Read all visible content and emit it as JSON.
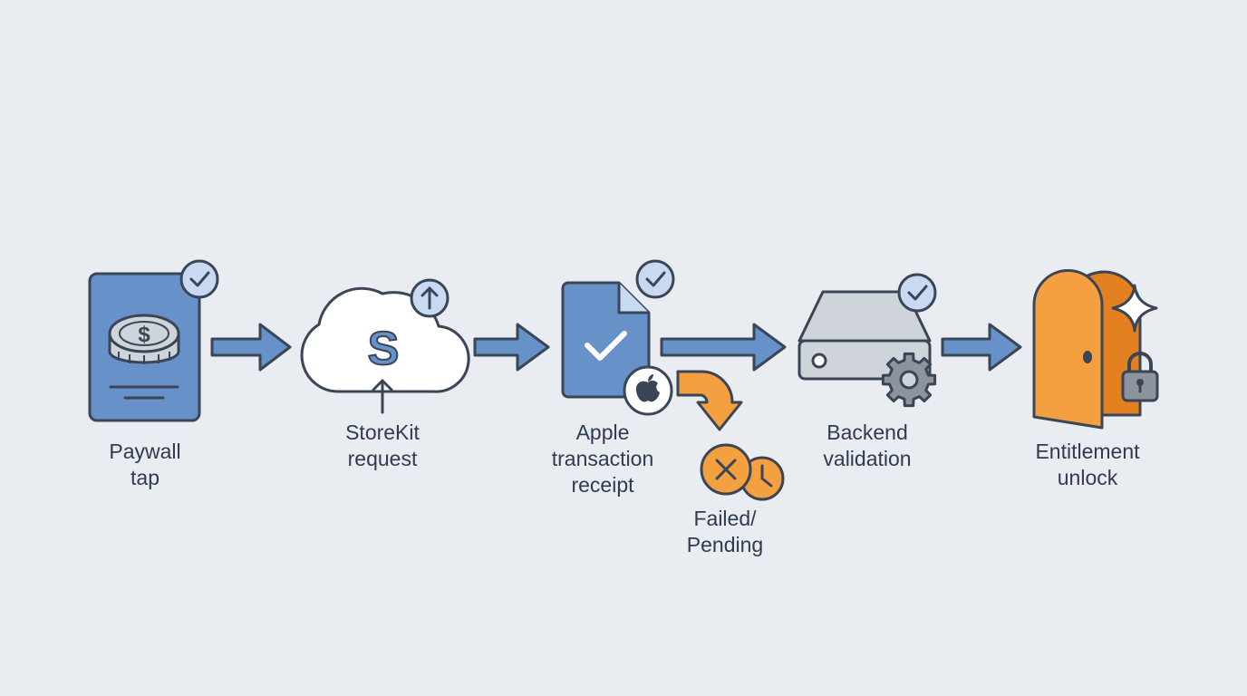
{
  "colors": {
    "background": "#e9ecf0",
    "blue": "#6791c9",
    "blue_light": "#c8daf2",
    "outline": "#3a4556",
    "orange": "#f5a040",
    "orange_dark": "#e3801f",
    "gray": "#cfd3da",
    "gray_dark": "#8d949e",
    "white": "#ffffff"
  },
  "steps": [
    {
      "id": "paywall",
      "label": "Paywall\ntap",
      "icon": "paywall-card-dollar-coin-icon",
      "badge": "check-badge-icon"
    },
    {
      "id": "storekit",
      "label": "StoreKit\nrequest",
      "icon": "cloud-dollar-icon",
      "badge": "upload-badge-icon"
    },
    {
      "id": "receipt",
      "label": "Apple\ntransaction\nreceipt",
      "icon": "document-check-icon",
      "badge": "check-badge-icon",
      "sub_badge": "apple-logo-icon"
    },
    {
      "id": "backend",
      "label": "Backend\nvalidation",
      "icon": "server-gear-icon",
      "badge": "check-badge-icon"
    },
    {
      "id": "entitlement",
      "label": "Entitlement\nunlock",
      "icon": "door-lock-sparkle-icon"
    }
  ],
  "branch": {
    "label": "Failed/\nPending",
    "icons": [
      "failed-x-icon",
      "pending-clock-icon"
    ]
  }
}
